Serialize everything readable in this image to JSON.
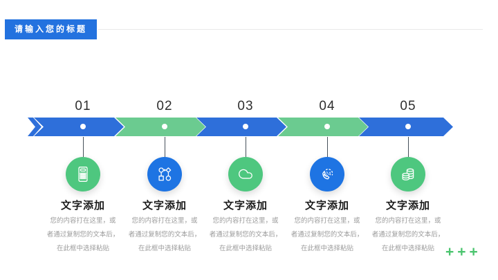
{
  "header": {
    "title": "请输入您的标题"
  },
  "colors": {
    "banner-blue": "#2372DF",
    "band-blue": "#2E6FDA",
    "band-green": "#6BCB90",
    "circle-blue": "#1E74E3",
    "circle-green": "#4EC77F",
    "plus-green": "#4CC56F",
    "connector": "#46505A",
    "number-ink": "#2E2E2E",
    "heading-ink": "#1B1B1B",
    "body-gray": "#9B9B9B",
    "divider": "#E8E8E8"
  },
  "decoration": {
    "plus_signs": "+++"
  },
  "columns": [
    {
      "number": "01",
      "icon": "calculator-icon",
      "heading": "文字添加",
      "body": [
        "您的内容打在这里，或",
        "者通过复制您的文本后，",
        "在此框中选择粘贴"
      ]
    },
    {
      "number": "02",
      "icon": "flowchart-icon",
      "heading": "文字添加",
      "body": [
        "您的内容打在这里，或",
        "者通过复制您的文本后，",
        "在此框中选择粘贴"
      ]
    },
    {
      "number": "03",
      "icon": "cloud-icon",
      "heading": "文字添加",
      "body": [
        "您的内容打在这里，或",
        "者通过复制您的文本后，",
        "在此框中选择粘贴"
      ]
    },
    {
      "number": "04",
      "icon": "phone-24h-icon",
      "heading": "文字添加",
      "body": [
        "您的内容打在这里，或",
        "者通过复制您的文本后，",
        "在此框中选择粘贴"
      ]
    },
    {
      "number": "05",
      "icon": "coins-icon",
      "heading": "文字添加",
      "body": [
        "您的内容打在这里，或",
        "者通过复制您的文本后，",
        "在此框中选择粘贴"
      ]
    }
  ]
}
